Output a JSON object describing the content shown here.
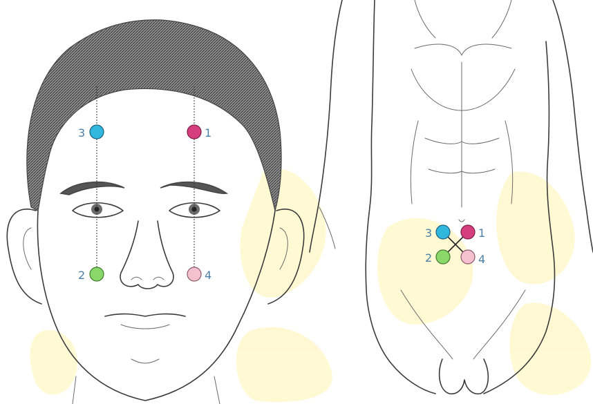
{
  "colors": {
    "point_1": "#d63f7e",
    "point_2": "#8ad86a",
    "point_3": "#31b6de",
    "point_4": "#f5c0cf",
    "label": "#4a7fa6",
    "background_pattern": "#fff4b0"
  },
  "face": {
    "points": [
      {
        "id": "1",
        "label": "1",
        "color": "#d63f7e"
      },
      {
        "id": "2",
        "label": "2",
        "color": "#8ad86a"
      },
      {
        "id": "3",
        "label": "3",
        "color": "#31b6de"
      },
      {
        "id": "4",
        "label": "4",
        "color": "#f5c0cf"
      }
    ]
  },
  "torso": {
    "points": [
      {
        "id": "1",
        "label": "1",
        "color": "#d63f7e"
      },
      {
        "id": "2",
        "label": "2",
        "color": "#8ad86a"
      },
      {
        "id": "3",
        "label": "3",
        "color": "#31b6de"
      },
      {
        "id": "4",
        "label": "4",
        "color": "#f5c0cf"
      }
    ]
  }
}
